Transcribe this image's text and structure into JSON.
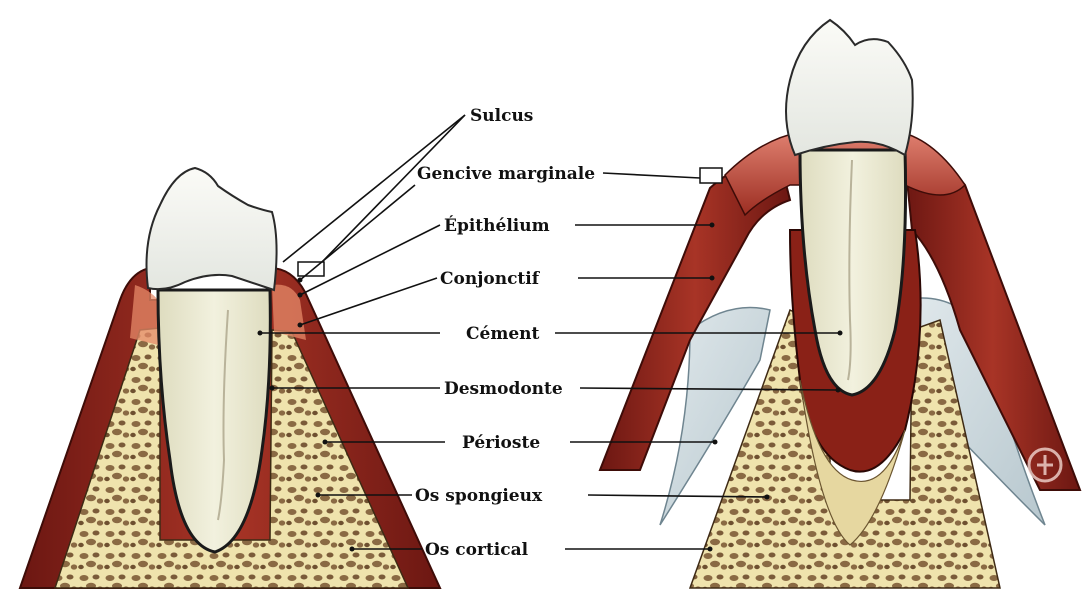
{
  "labels": {
    "sulcus": "Sulcus",
    "gencive_marginale": "Gencive marginale",
    "epithelium": "Épithélium",
    "conjonctif": "Conjonctif",
    "cement": "Cément",
    "desmodonte": "Desmodonte",
    "perioste": "Périoste",
    "os_spongieux": "Os spongieux",
    "os_cortical": "Os cortical"
  },
  "colors": {
    "gum_dark": "#7a1c16",
    "gum_mid": "#a33324",
    "gum_light": "#d8745a",
    "gum_pink": "#c95a4a",
    "bone_fill": "#efe3ad",
    "bone_pore": "#8a6a44",
    "enamel": "#f4f6f2",
    "dentin": "#ecebd4",
    "root_canal": "#b9b39a",
    "periosteum": "#c9d6dc",
    "line": "#111111"
  },
  "icons": {
    "watermark": "logo-mark-icon"
  }
}
